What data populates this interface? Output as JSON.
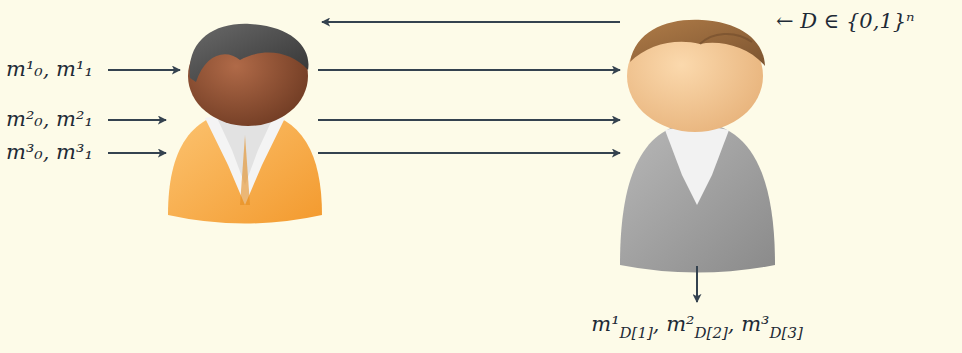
{
  "diagram": {
    "labels": [
      "← D ∈ {0,1}ⁿ",
      "m¹₀, m¹₁",
      "m²₀, m²₁",
      "m³₀, m³₁",
      "m¹",
      "D[1]",
      ", m²",
      "D[2]",
      ", m³",
      "D[3]"
    ]
  }
}
